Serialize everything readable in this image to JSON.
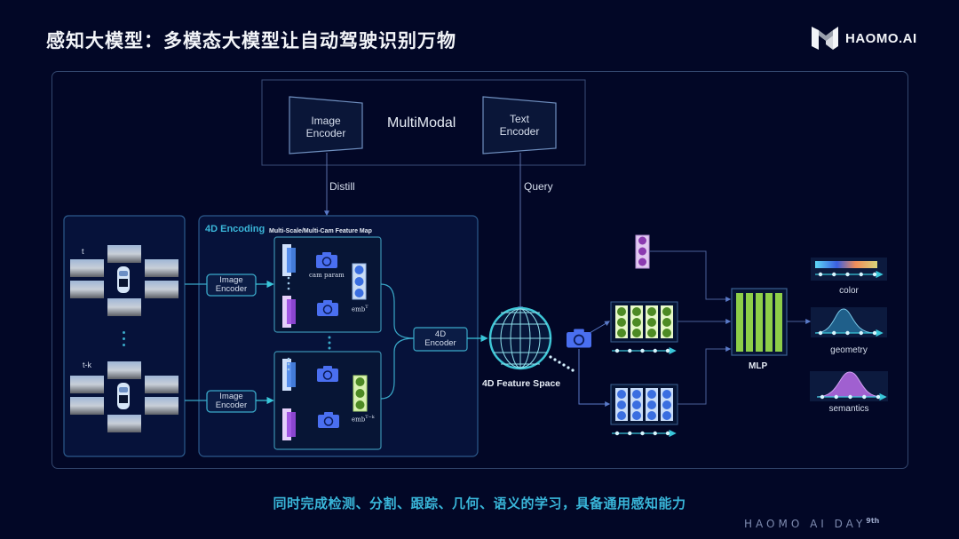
{
  "header": {
    "title": "感知大模型：多模态大模型让自动驾驶识别万物",
    "brand": "HAOMO.AI"
  },
  "multimodal": {
    "label": "MultiModal",
    "image_encoder": [
      "Image",
      "Encoder"
    ],
    "text_encoder": [
      "Text",
      "Encoder"
    ],
    "distill_label": "Distill",
    "query_label": "Query"
  },
  "camera_inputs": {
    "time_t": "t",
    "time_tk": "t-k"
  },
  "encoding": {
    "section_title": "4D Encoding",
    "feature_map_title": "Multi-Scale/Multi-Cam Feature Map",
    "image_encoder": [
      "Image",
      "Encoder"
    ],
    "cam_param": "cam param",
    "emb_t": "emb",
    "emb_t_sup": "T",
    "emb_tk_sup": "T−k",
    "encoder_4d": [
      "4D",
      "Encoder"
    ]
  },
  "feature_space": {
    "label": "4D Feature Space"
  },
  "mlp": {
    "label": "MLP"
  },
  "outputs": [
    {
      "label": "color"
    },
    {
      "label": "geometry"
    },
    {
      "label": "semantics"
    }
  ],
  "icons": {
    "camera": "camera-icon",
    "globe": "globe-icon",
    "car": "car-icon"
  },
  "colors": {
    "accent_cyan": "#39b6d9",
    "frame_border": "#33476e",
    "green_feature": "#8dcf4a",
    "blue_feature": "#4a78e0",
    "purple_feature": "#a64fc9",
    "camera_blue": "#4a6ff0"
  },
  "footer": {
    "caption": "同时完成检测、分割、跟踪、几何、语义的学习，具备通用感知能力",
    "event": "HAOMO AI DAY",
    "event_sup": "9th"
  }
}
